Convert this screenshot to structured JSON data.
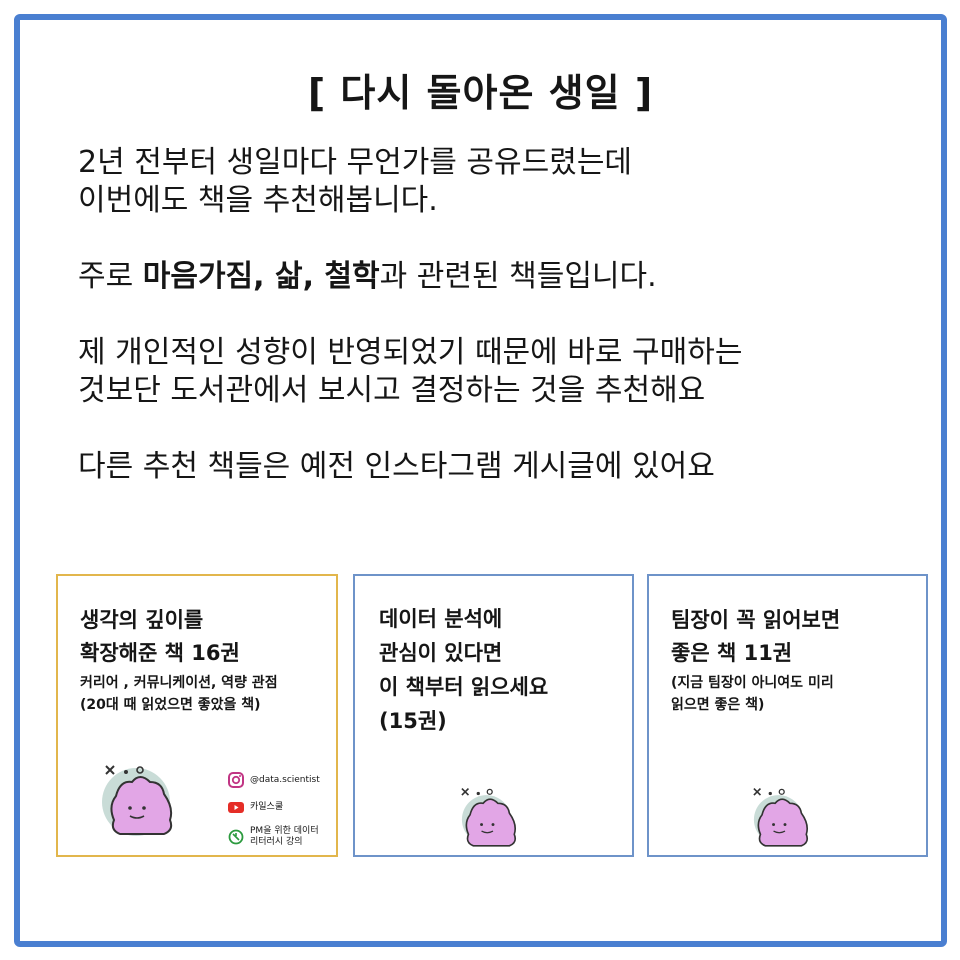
{
  "title": "[ 다시 돌아온 생일 ]",
  "intro": {
    "p1": [
      "2년 전부터 생일마다 무언가를 공유드렸는데",
      "이번에도 책을 추천해봅니다."
    ],
    "p2": {
      "prefix": "주로 ",
      "bold1": "마음가짐",
      "sep1": ", ",
      "bold2": "삶",
      "sep2": ", ",
      "bold3": "철학",
      "suffix": "과 관련된 책들입니다."
    },
    "p3": [
      "제 개인적인 성향이 반영되었기 때문에 바로 구매하는",
      "것보단 도서관에서 보시고 결정하는 것을 추천해요"
    ],
    "p4": "다른 추천 책들은 예전 인스타그램 게시글에 있어요"
  },
  "cards": [
    {
      "heading": [
        "생각의 깊이를",
        "확장해준 책 16권"
      ],
      "sub": [
        "커리어 , 커뮤니케이션, 역량 관점",
        "(20대 때 읽었으면 좋았을 책)"
      ],
      "social": {
        "instagram": "@data.scientist",
        "youtube": "카일스쿨",
        "course": [
          "PM을 위한 데이터",
          "리터러시 강의"
        ]
      }
    },
    {
      "heading": [
        "데이터 분석에",
        "관심이 있다면",
        "이 책부터 읽으세요",
        "(15권)"
      ]
    },
    {
      "heading": [
        "팀장이 꼭 읽어보면",
        "좋은 책 11권"
      ],
      "sub": [
        "(지금 팀장이 아니여도 미리",
        "읽으면 좋은 책)"
      ]
    }
  ],
  "colors": {
    "frame": "#4a7fd1",
    "card1_border": "#e2b64c",
    "card_border": "#6e93c9",
    "mascot_body": "#e2a6e6",
    "mascot_shadow": "#c9dcd7"
  },
  "icons": [
    "instagram-icon",
    "youtube-icon",
    "course-icon",
    "mascot-icon"
  ]
}
